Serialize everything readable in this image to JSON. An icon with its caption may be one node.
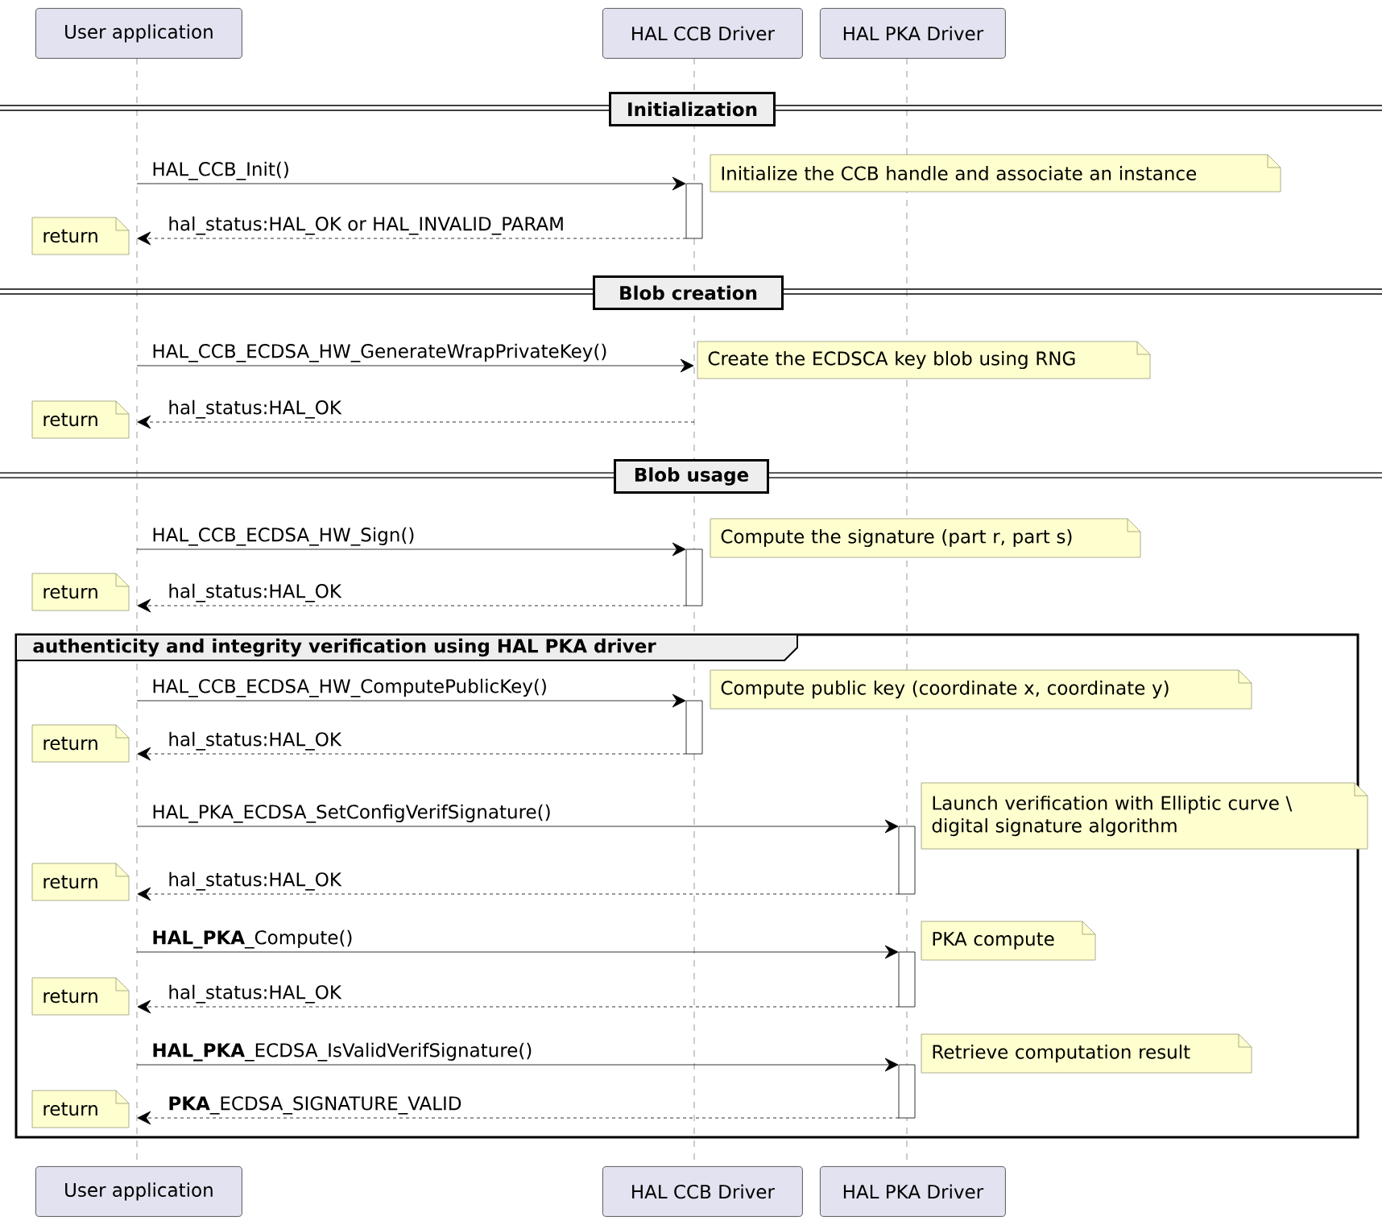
{
  "diagram": {
    "nodes": [
      {
        "text": [
          "User application"
        ]
      },
      {
        "text": [
          "HAL CCB Driver"
        ]
      },
      {
        "text": [
          "HAL PKA Driver"
        ]
      },
      {
        "text": [
          "Initialization"
        ]
      },
      {
        "text": [
          "Initialize the CCB handle and associate an instance"
        ]
      },
      {
        "text": [
          "return"
        ]
      },
      {
        "text": [
          "Blob creation"
        ]
      },
      {
        "text": [
          "Create the ECDSCA key blob using RNG"
        ]
      },
      {
        "text": [
          "return"
        ]
      },
      {
        "text": [
          "Blob usage"
        ]
      },
      {
        "text": [
          "Compute the signature (part r, part s)"
        ]
      },
      {
        "text": [
          "return"
        ]
      },
      {
        "text": [
          "authenticity and integrity verification using HAL PKA driver"
        ]
      },
      {
        "text": [
          "Compute public key (coordinate x, coordinate y)"
        ],
        "in": 12
      },
      {
        "text": [
          "return"
        ],
        "in": 12
      },
      {
        "text": [
          "Launch verification with Elliptic curve \\ digital signature algorithm"
        ],
        "in": 12
      },
      {
        "text": [
          "return"
        ],
        "in": 12
      },
      {
        "text": [
          "PKA compute"
        ],
        "in": 12
      },
      {
        "text": [
          "return"
        ],
        "in": 12
      },
      {
        "text": [
          "Retrieve computation result"
        ],
        "in": 12
      },
      {
        "text": [
          "return"
        ],
        "in": 12
      },
      {
        "text": [
          "User application"
        ]
      },
      {
        "text": [
          "HAL CCB Driver"
        ]
      },
      {
        "text": [
          "HAL PKA Driver"
        ]
      },
      {
        "text": [],
        "shape": "lifeline"
      },
      {
        "text": [],
        "shape": "lifeline"
      },
      {
        "text": [],
        "shape": "lifeline"
      }
    ],
    "edges": [
      {
        "from": 24,
        "to": 25,
        "arrow": "to",
        "label": "HAL_CCB_Init()"
      },
      {
        "from": 25,
        "to": 24,
        "arrow": "to",
        "label": "hal_status:HAL_OK or HAL_INVALID_PARAM",
        "style": "dashed"
      },
      {
        "from": 24,
        "to": 25,
        "arrow": "to",
        "label": "HAL_CCB_ECDSA_HW_GenerateWrapPrivateKey()"
      },
      {
        "from": 25,
        "to": 24,
        "arrow": "to",
        "label": "hal_status:HAL_OK",
        "style": "dashed"
      },
      {
        "from": 24,
        "to": 25,
        "arrow": "to",
        "label": "HAL_CCB_ECDSA_HW_Sign()"
      },
      {
        "from": 25,
        "to": 24,
        "arrow": "to",
        "label": "hal_status:HAL_OK",
        "style": "dashed"
      },
      {
        "from": 24,
        "to": 25,
        "arrow": "to",
        "label": "HAL_CCB_ECDSA_HW_ComputePublicKey()"
      },
      {
        "from": 25,
        "to": 24,
        "arrow": "to",
        "label": "hal_status:HAL_OK",
        "style": "dashed"
      },
      {
        "from": 24,
        "to": 26,
        "arrow": "to",
        "label": "HAL_PKA_ECDSA_SetConfigVerifSignature()"
      },
      {
        "from": 26,
        "to": 24,
        "arrow": "to",
        "label": "hal_status:HAL_OK",
        "style": "dashed"
      },
      {
        "from": 24,
        "to": 26,
        "arrow": "to",
        "label": "**HAL_PKA**_Compute()"
      },
      {
        "from": 26,
        "to": 24,
        "arrow": "to",
        "label": "hal_status:HAL_OK",
        "style": "dashed"
      },
      {
        "from": 24,
        "to": 26,
        "arrow": "to",
        "label": "**HAL_PKA**_ECDSA_IsValidVerifSignature()"
      },
      {
        "from": 26,
        "to": 24,
        "arrow": "to",
        "label": "**PKA**_ECDSA_SIGNATURE_VALID",
        "style": "dashed"
      }
    ]
  }
}
